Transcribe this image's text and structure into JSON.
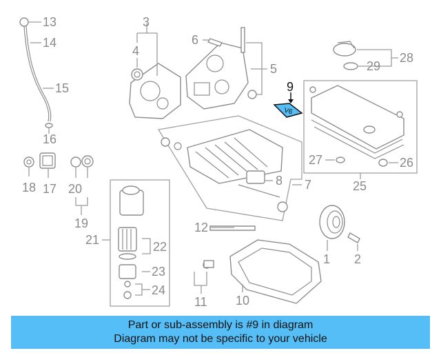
{
  "callouts": {
    "c1": "1",
    "c2": "2",
    "c3": "3",
    "c4": "4",
    "c5": "5",
    "c6": "6",
    "c7": "7",
    "c8": "8",
    "c9": "9",
    "c10": "10",
    "c11": "11",
    "c12": "12",
    "c13": "13",
    "c14": "14",
    "c15": "15",
    "c16": "16",
    "c17": "17",
    "c18": "18",
    "c19": "19",
    "c20": "20",
    "c21": "21",
    "c22": "22",
    "c23": "23",
    "c24": "24",
    "c25": "25",
    "c26": "26",
    "c27": "27",
    "c28": "28",
    "c29": "29"
  },
  "highlight_part": "9",
  "highlight_color": "#55bef7",
  "part_label": "V6",
  "banner": {
    "line1": "Part or sub-assembly is #9 in diagram",
    "line2": "Diagram may not be specific to your vehicle",
    "color": "#55bef7"
  }
}
